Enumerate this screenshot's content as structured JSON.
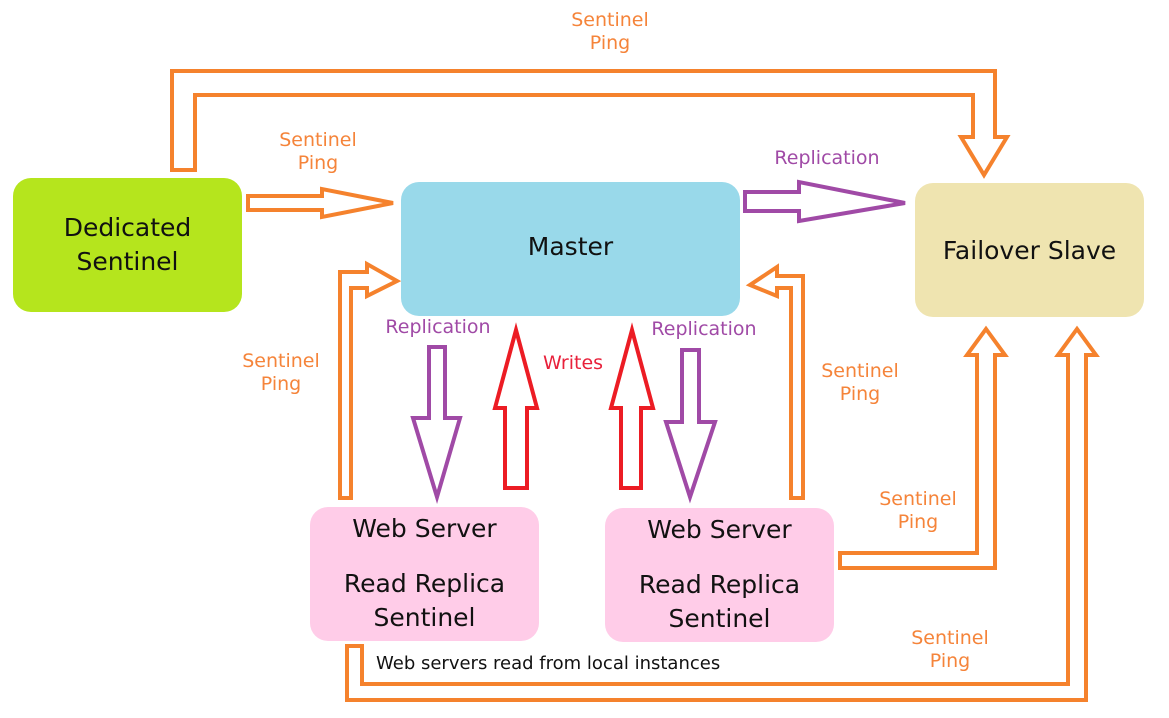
{
  "colors": {
    "sentinel_ping": "#f5822d",
    "replication": "#a04aa6",
    "writes": "#ec1c24",
    "dedicated_sentinel_fill": "#b5e51d",
    "master_fill": "#99d9ea",
    "failover_slave_fill": "#efe4b0",
    "web_server_fill": "#ffcce8"
  },
  "nodes": {
    "dedicated_sentinel": {
      "line1": "Dedicated",
      "line2": "Sentinel"
    },
    "master": {
      "label": "Master"
    },
    "failover_slave": {
      "label": "Failover Slave"
    },
    "web_server_left": {
      "line1": "Web Server",
      "line2": "Read Replica",
      "line3": "Sentinel"
    },
    "web_server_right": {
      "line1": "Web Server",
      "line2": "Read Replica",
      "line3": "Sentinel"
    }
  },
  "edge_labels": {
    "ping_top": {
      "line1": "Sentinel",
      "line2": "Ping"
    },
    "ping_dedicated_master": {
      "line1": "Sentinel",
      "line2": "Ping"
    },
    "replication_master_slave": "Replication",
    "ping_left_web_master": {
      "line1": "Sentinel",
      "line2": "Ping"
    },
    "replication_left": "Replication",
    "writes": "Writes",
    "replication_right": "Replication",
    "ping_right_web_master": {
      "line1": "Sentinel",
      "line2": "Ping"
    },
    "ping_right_web_slave": {
      "line1": "Sentinel",
      "line2": "Ping"
    },
    "ping_left_web_slave": {
      "line1": "Sentinel",
      "line2": "Ping"
    }
  },
  "notes": {
    "local_reads": "Web servers read from local instances"
  }
}
